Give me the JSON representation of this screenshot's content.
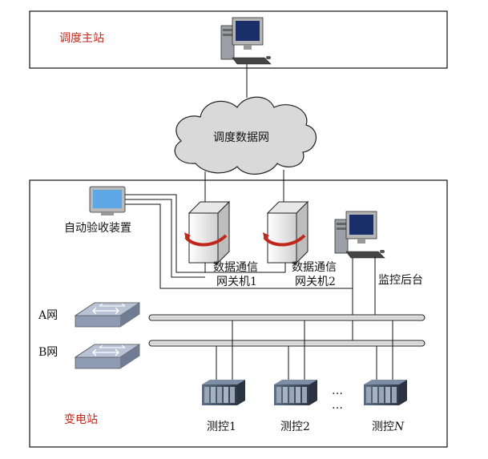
{
  "colors": {
    "section_label": "#c0281e",
    "cloud_fill": "#d9d9d9",
    "bus_fill": "#e6e6e6",
    "device_dark": "#2e3a4a"
  },
  "master_station": {
    "label": "调度主站"
  },
  "network": {
    "label": "调度数据网"
  },
  "substation": {
    "label": "变电站"
  },
  "auto_acceptance": {
    "label": "自动验收装置"
  },
  "gateways": [
    {
      "line1": "数据通信",
      "line2": "网关机1"
    },
    {
      "line1": "数据通信",
      "line2": "网关机2"
    }
  ],
  "monitoring": {
    "label": "监控后台"
  },
  "buses": {
    "a": "A网",
    "b": "B网"
  },
  "controllers": {
    "c1": "测控1",
    "c2": "测控2",
    "prefix_n": "测控",
    "n": "N"
  },
  "ellipsis": "…"
}
